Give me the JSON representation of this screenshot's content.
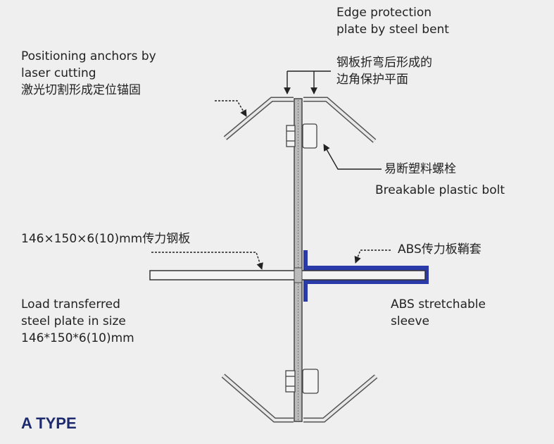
{
  "title": "A TYPE",
  "labels": {
    "edge_en_1": "Edge protection",
    "edge_en_2": "plate by steel bent",
    "edge_cn_1": "钢板折弯后形成的",
    "edge_cn_2": "边角保护平面",
    "anchor_en_1": "Positioning anchors by",
    "anchor_en_2": "laser cutting",
    "anchor_cn": "激光切割形成定位锚固",
    "bolt_cn": "易断塑料螺栓",
    "bolt_en": "Breakable plastic bolt",
    "plate_cn": "146×150×6(10)mm传力钢板",
    "sleeve_cn": "ABS传力板鞘套",
    "load_en_1": "Load transferred",
    "load_en_2": "steel plate in size",
    "load_en_3": "146*150*6(10)mm",
    "sleeve_en_1": "ABS stretchable",
    "sleeve_en_2": "sleeve"
  },
  "colors": {
    "sleeve": "#2a3aa8",
    "title": "#1d2a6e"
  }
}
